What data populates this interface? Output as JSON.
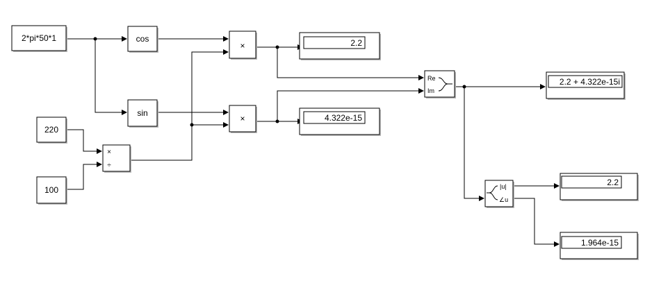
{
  "blocks": {
    "constant_main": "2*pi*50*1",
    "constant_220": "220",
    "constant_100": "100",
    "cos": "cos",
    "sin": "sin",
    "product_symbol": "×",
    "divide_times": "×",
    "divide_div": "÷",
    "ri2c_re": "Re",
    "ri2c_im": "Im",
    "c2mag_abs": "|u|",
    "c2mag_angle": "∠u"
  },
  "displays": {
    "real_part": "2.2",
    "imag_part": "4.322e-15",
    "complex": "2.2 + 4.322e-15i",
    "magnitude": "2.2",
    "angle": "1.964e-15"
  }
}
